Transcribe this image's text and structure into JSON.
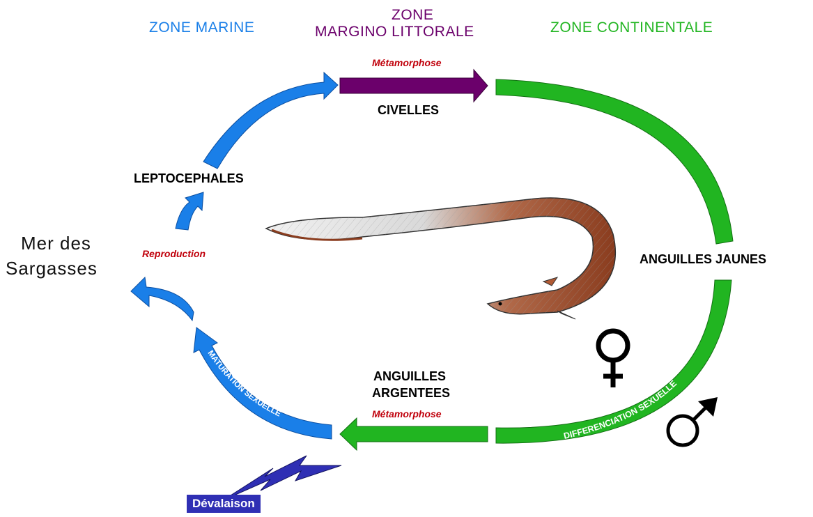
{
  "zones": {
    "marine": "ZONE MARINE",
    "margino_line1": "ZONE",
    "margino_line2": "MARGINO LITTORALE",
    "continentale": "ZONE CONTINENTALE"
  },
  "stages": {
    "civelles": "CIVELLES",
    "leptocephales": "LEPTOCEPHALES",
    "anguilles_jaunes": "ANGUILLES JAUNES",
    "anguilles_argentees_line1": "ANGUILLES",
    "anguilles_argentees_line2": "ARGENTEES"
  },
  "events": {
    "metamorphose_top": "Métamorphose",
    "metamorphose_bottom": "Métamorphose",
    "reproduction": "Reproduction",
    "differenciation": "DIFFERENCIATION SEXUELLE",
    "maturation": "MATURATION SEXUELLE",
    "devalaison": "Dévalaison"
  },
  "place": {
    "line1": "Mer des",
    "line2": "Sargasses"
  },
  "icons": [
    "female-symbol-icon",
    "male-symbol-icon",
    "lightning-icon",
    "eel-illustration"
  ],
  "colors": {
    "marine": "#1a7fe8",
    "margino": "#6b006b",
    "continentale": "#21b521",
    "event": "#c0000b",
    "devalaison": "#2f2fb4"
  }
}
